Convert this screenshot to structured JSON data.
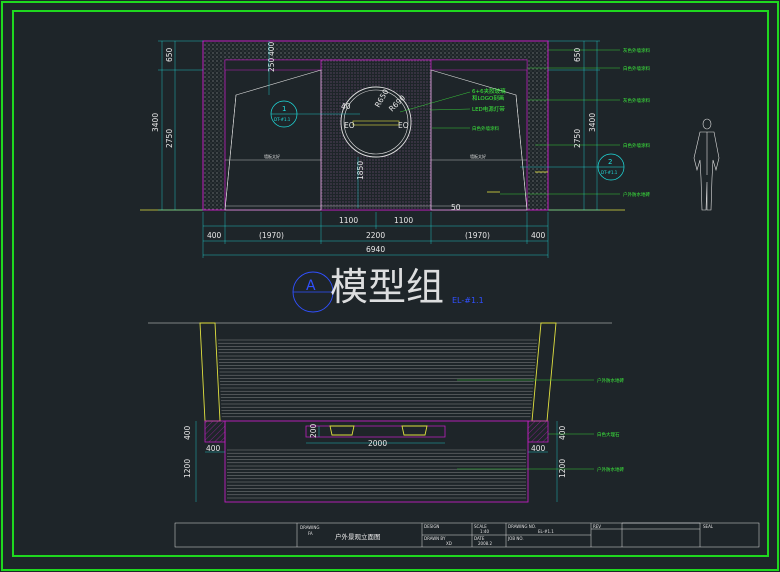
{
  "elevation": {
    "widths": {
      "side": "400",
      "panel_left": "(1970)",
      "half_left": "1100",
      "half_right": "1100",
      "center": "2200",
      "panel_right": "(1970)",
      "side_right": "400",
      "total": "6940"
    },
    "heights_left": {
      "top": "650",
      "total": "3400",
      "lower": "2750"
    },
    "heights_right": {
      "top": "650",
      "total": "3400",
      "lower": "2750"
    },
    "inner": {
      "d1": "250",
      "d2": "400",
      "r1": "R650",
      "r2": "R690",
      "d3": "40",
      "h_center": "1850",
      "bottom_gap": "50"
    },
    "eo_left": "EO",
    "eo_right": "EO",
    "wall_label_left": "墙板太好",
    "wall_label_right": "墙板太好",
    "logo_note_1": "6+6夹胶玻璃",
    "logo_note_2": "和LOGO刻画",
    "logo_note_3": "LED电源灯带",
    "logo_note_4": "白色外墙涂料",
    "right_notes": [
      "灰色外墙涂料",
      "白色外墙涂料",
      "灰色外墙涂料",
      "白色外墙涂料",
      "户外防水地砖"
    ],
    "callout_1": {
      "num": "1",
      "ref": "DT-#1.1"
    },
    "callout_2": {
      "num": "2",
      "ref": "DT-#1.1"
    }
  },
  "watermark": {
    "text": "模型组",
    "letter": "A",
    "sub_ref": "EL-#1.1"
  },
  "plan": {
    "left_side": {
      "w": "400",
      "h1": "400",
      "h2": "1200"
    },
    "right_side": {
      "w": "400",
      "h1": "400",
      "h2": "1200"
    },
    "center_len": "2000",
    "center_h": "200",
    "notes": [
      "户外防水地砖",
      "白色大理石",
      "户外防水地砖"
    ]
  },
  "title_block": {
    "drawing_label": "DRAWING",
    "drawing_code": "FA",
    "title": "户外景观立面图",
    "design_label": "DESIGN",
    "drawn_label": "DRAWN BY",
    "design_val": "XD",
    "scale_label": "SCALE",
    "scale": "1:40",
    "date_label": "DATE",
    "date": "2008.2",
    "drawing_no_label": "DRAWING NO.",
    "drawing_no": "EL-#1.1",
    "job_label": "JOB NO.",
    "rev_label": "REV",
    "seal_label": "SEAL"
  },
  "colors": {
    "frame": "#1fd81f",
    "wall": "#c020c0",
    "dim": "#e8e8e8",
    "note": "#3df23d",
    "cyan": "#20e0e0",
    "yellow": "#e0e040",
    "blue": "#3050ff"
  }
}
